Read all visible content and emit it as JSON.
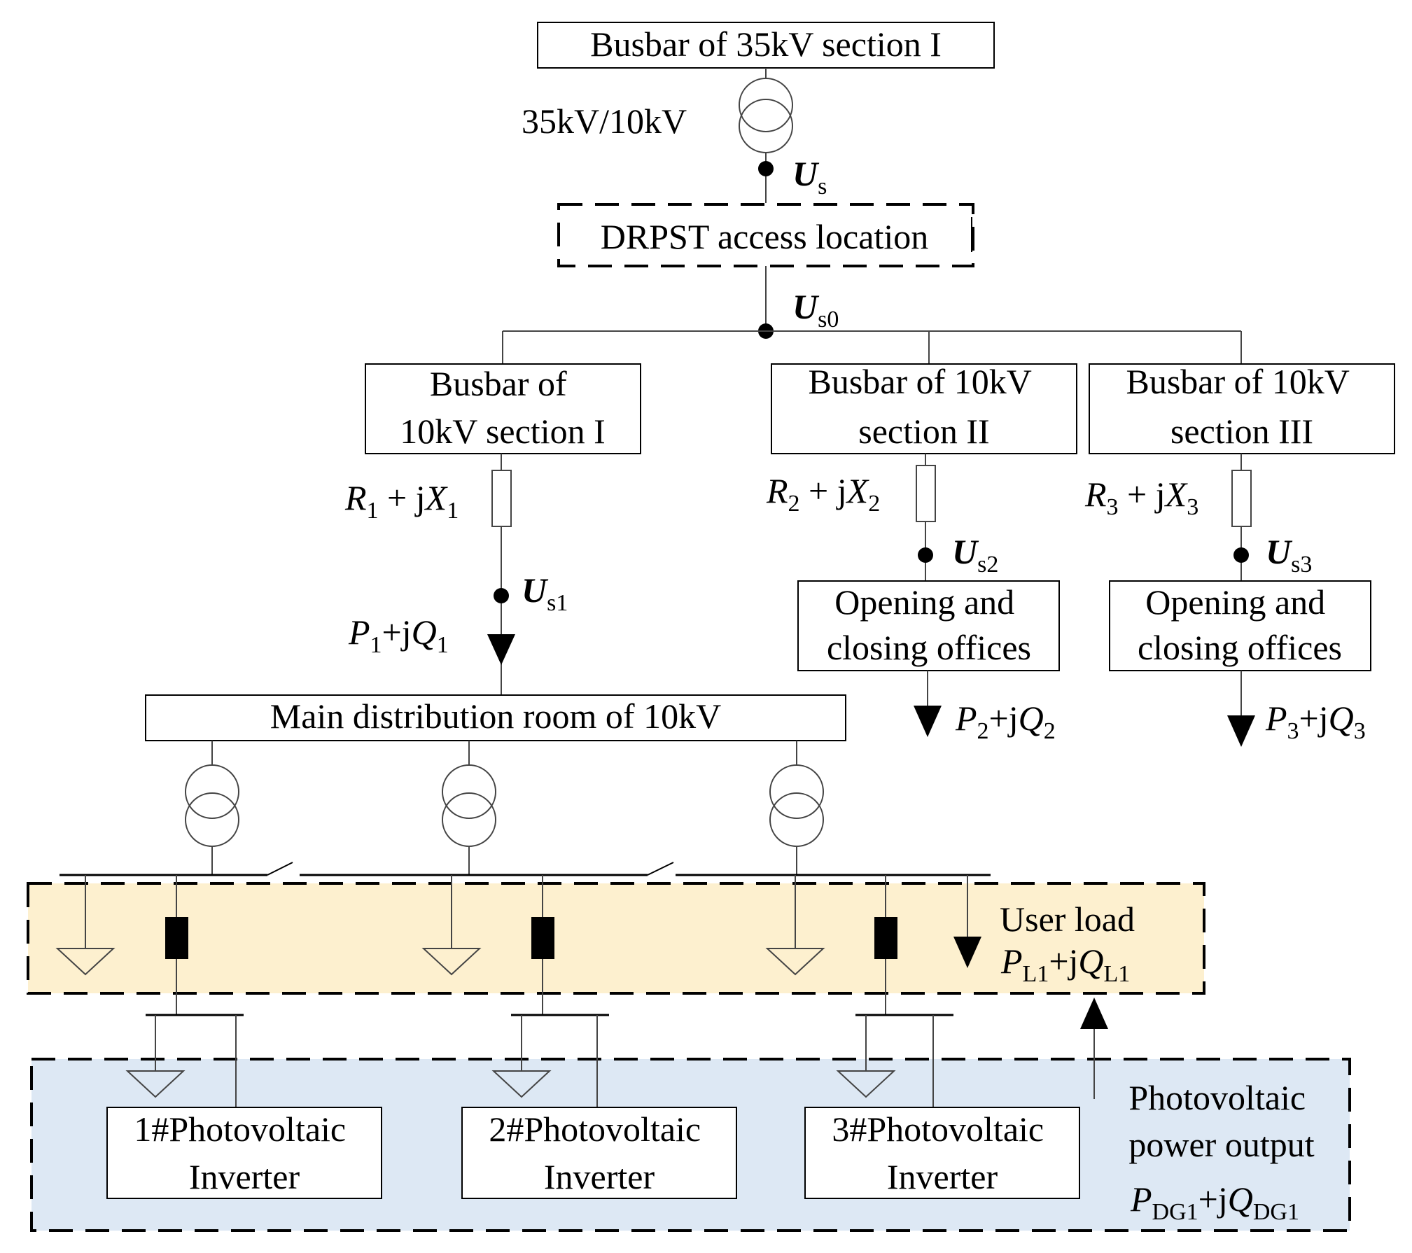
{
  "busbar_35kv": "Busbar of 35kV section I",
  "transformer_ratio": "35kV/10kV",
  "drpst_location": "DRPST access location",
  "busbars_10kv": [
    {
      "line1": "Busbar of",
      "line2": "10kV section I"
    },
    {
      "line1": "Busbar of 10kV",
      "line2": "section  II"
    },
    {
      "line1": "Busbar of 10kV",
      "line2": "section III"
    }
  ],
  "voltages": {
    "us": {
      "main": "U",
      "sub": "s"
    },
    "us0": {
      "main": "U",
      "sub": "s0"
    },
    "us1": {
      "main": "U",
      "sub": "s1"
    },
    "us2": {
      "main": "U",
      "sub": "s2"
    },
    "us3": {
      "main": "U",
      "sub": "s3"
    }
  },
  "impedances": [
    {
      "r": "R",
      "r_sub": "1",
      "mid": " + j",
      "x": "X",
      "x_sub": "1"
    },
    {
      "r": "R",
      "r_sub": "2",
      "mid": " + j",
      "x": "X",
      "x_sub": "2"
    },
    {
      "r": "R",
      "r_sub": "3",
      "mid": " + j",
      "x": "X",
      "x_sub": "3"
    }
  ],
  "powers": [
    {
      "p": "P",
      "p_sub": "1",
      "mid": "+j",
      "q": "Q",
      "q_sub": "1"
    },
    {
      "p": "P",
      "p_sub": "2",
      "mid": "+j",
      "q": "Q",
      "q_sub": "2"
    },
    {
      "p": "P",
      "p_sub": "3",
      "mid": "+j",
      "q": "Q",
      "q_sub": "3"
    }
  ],
  "offices": [
    {
      "line1": "Opening and",
      "line2": "closing offices"
    },
    {
      "line1": "Opening and",
      "line2": "closing offices"
    }
  ],
  "main_distribution": "Main distribution room of 10kV",
  "user_load": {
    "title": "User load",
    "p": "P",
    "p_sub": "L1",
    "mid": "+j",
    "q": "Q",
    "q_sub": "L1"
  },
  "pv_output": {
    "line1": "Photovoltaic",
    "line2": "power output",
    "p": "P",
    "p_sub": "DG1",
    "mid": "+j",
    "q": "Q",
    "q_sub": "DG1"
  },
  "inverters": [
    {
      "line1": "1#Photovoltaic",
      "line2": "Inverter"
    },
    {
      "line1": "2#Photovoltaic",
      "line2": "Inverter"
    },
    {
      "line1": "3#Photovoltaic",
      "line2": "Inverter"
    }
  ],
  "colors": {
    "user_load_zone": "#fdf0cf",
    "pv_zone": "#dde8f4",
    "line": "#000000",
    "thin_line": "#444444"
  }
}
